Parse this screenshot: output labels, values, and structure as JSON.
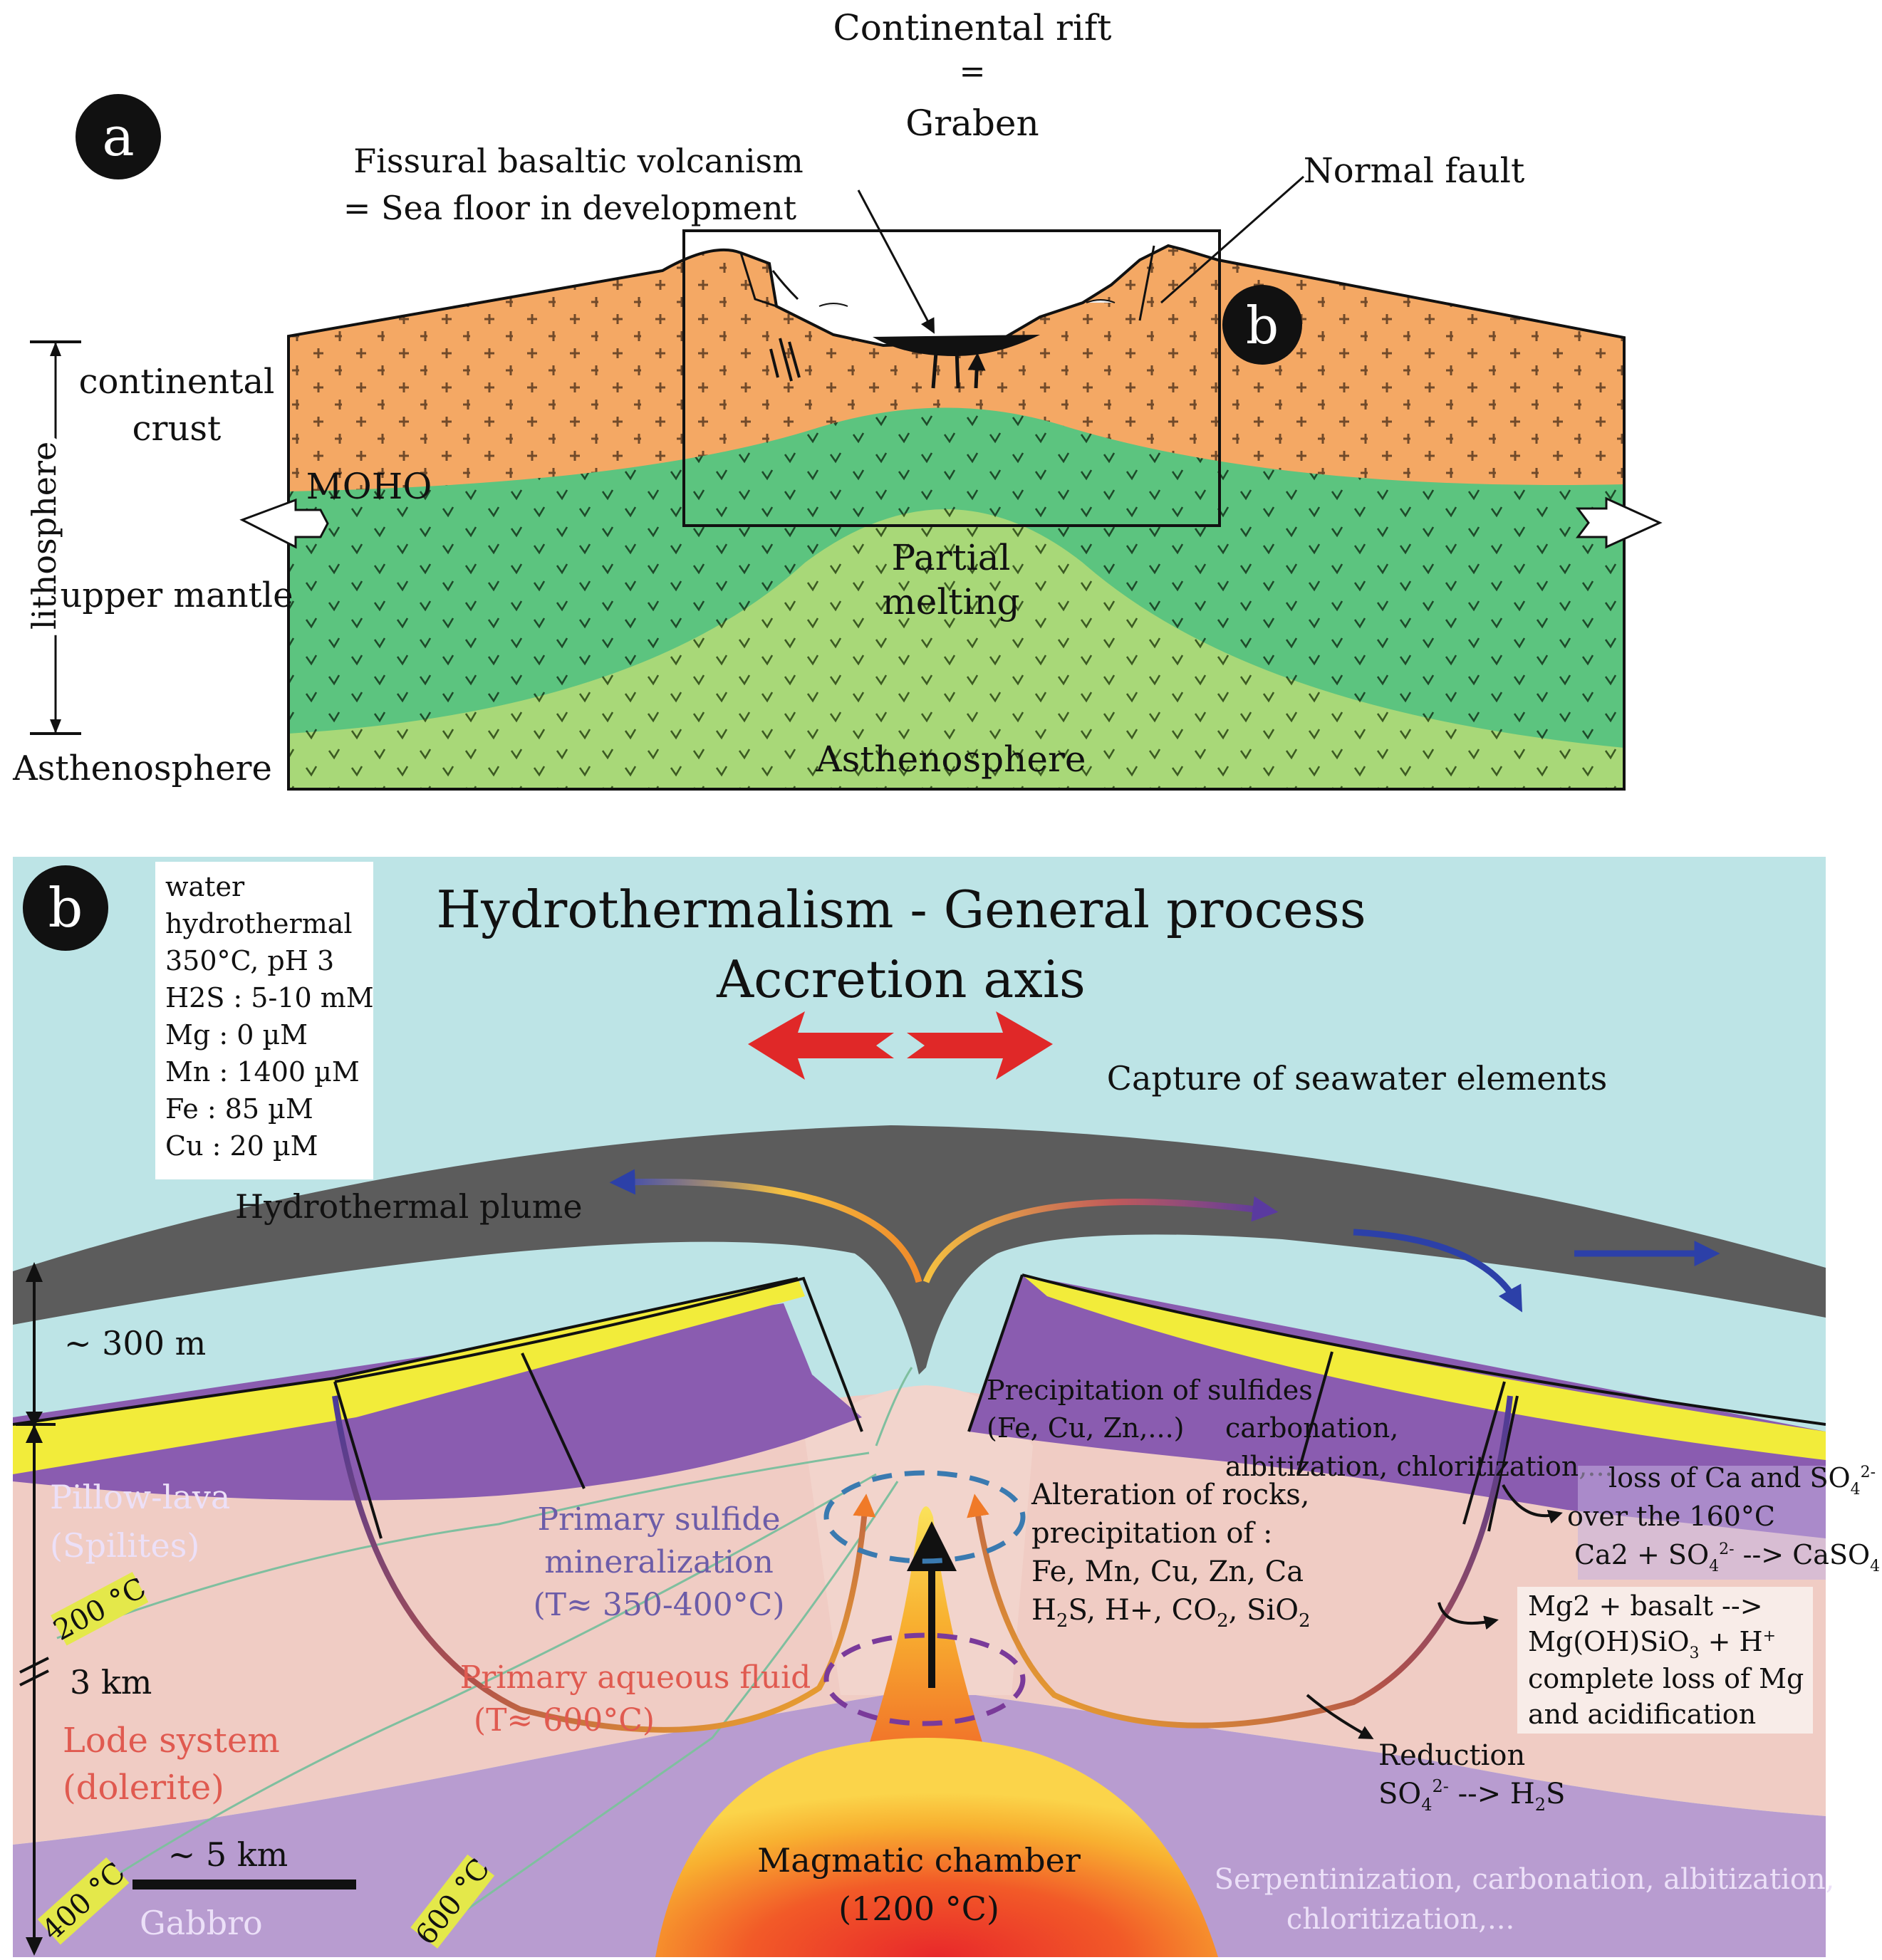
{
  "panel_a": {
    "badge": "a",
    "title_line1": "Continental rift",
    "title_line2": "=",
    "title_line3": "Graben",
    "volcanism_line1": "Fissural basaltic volcanism",
    "volcanism_line2": "= Sea floor in development",
    "normal_fault": "Normal fault",
    "inset_badge": "b",
    "crust_line1": "continental",
    "crust_line2": "crust",
    "moho": "MOHO",
    "lithosphere": "lithosphere",
    "upper_mantle": "upper mantle",
    "asthenosphere_left": "Asthenosphere",
    "partial_line1": "Partial",
    "partial_line2": "melting",
    "asthenosphere_center": "Asthenosphere"
  },
  "panel_b": {
    "badge": "b",
    "title": "Hydrothermalism - General process",
    "subtitle": "Accretion axis",
    "fluid_box": [
      "water",
      "hydrothermal",
      "350°C, pH 3",
      "H2S : 5-10 mM",
      "Mg : 0 µM",
      "Mn : 1400 µM",
      "Fe : 85 µM",
      "Cu : 20 µM"
    ],
    "capture": "Capture of seawater elements",
    "plume": "Hydrothermal plume",
    "depth_300": "~ 300 m",
    "depth_3km": "3 km",
    "pillow_line1": "Pillow-lava",
    "pillow_line2": "(Spilites)",
    "lode_line1": "Lode system",
    "lode_line2": "(dolerite)",
    "gabbro": "Gabbro",
    "scale": "~ 5 km",
    "iso_200": "200 °C",
    "iso_400": "400 °C",
    "iso_600": "600 °C",
    "sulfide_line1": "Primary sulfide",
    "sulfide_line2": "mineralization",
    "sulfide_line3": "(T≈ 350-400°C)",
    "aqueous_line1": "Primary aqueous fluid",
    "aqueous_line2": "(T≈ 600°C)",
    "precip_line1": "Precipitation of sulfides",
    "precip_line2": "(Fe, Cu, Zn,...)",
    "carb_line1": "carbonation,",
    "carb_line2": "albitization, chloritization,...",
    "alter_line1": "Alteration of rocks,",
    "alter_line2": "precipitation of :",
    "alter_line3": "Fe, Mn, Cu, Zn, Ca",
    "alter_line4_a": "H",
    "alter_line4_b": "2",
    "alter_line4_c": "S, H+, CO",
    "alter_line4_d": "2",
    "alter_line4_e": ", SiO",
    "alter_line4_f": "2",
    "loss_line1_a": "loss of Ca and SO",
    "loss_line1_b": "4",
    "loss_line1_c": "2-",
    "loss_line2": "over the 160°C",
    "loss_line3_a": "Ca2 + SO",
    "loss_line3_b": "4",
    "loss_line3_c": "2-",
    "loss_line3_d": " --> CaSO",
    "loss_line3_e": "4",
    "mg_line1": "Mg2 + basalt -->",
    "mg_line2_a": "Mg(OH)SiO",
    "mg_line2_b": "3",
    "mg_line2_c": " + H",
    "mg_line2_d": "+",
    "mg_line3": "complete loss of Mg",
    "mg_line4": "and acidification",
    "reduction_line1": "Reduction",
    "reduction_line2_a": "SO",
    "reduction_line2_b": "4",
    "reduction_line2_c": "2-",
    "reduction_line2_d": " --> H",
    "reduction_line2_e": "2",
    "reduction_line2_f": "S",
    "magma_line1": "Magmatic chamber",
    "magma_line2": "(1200 °C)",
    "serp_line1": "Serpentinization, carbonation, albitization,",
    "serp_line2": "chloritization,..."
  },
  "colors": {
    "crust": "#f4a864",
    "mantle": "#5cc47f",
    "asthenosphere": "#a8d878",
    "sea": "#bde4e6",
    "plume": "#5c5c5c",
    "sediment": "#f2ec3a",
    "pillow": "#8a5cb0",
    "dolerite": "#f0ccc4",
    "gabbro": "#b89cd0",
    "magma_core": "#e8282a",
    "magma_edge": "#f8c030",
    "red_arrow": "#e02828",
    "blue_arrow": "#2c40a8",
    "iso_label_bg": "#e4e84a",
    "sulfide_text": "#6c5ca8",
    "aqueous_text": "#e05a50",
    "lode_text": "#e05a50"
  }
}
